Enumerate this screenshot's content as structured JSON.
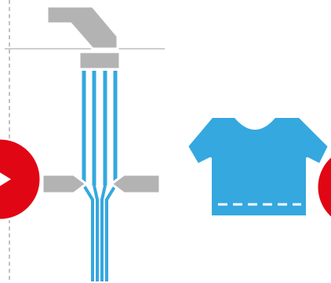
{
  "diagram": {
    "steps": [
      {
        "name": "previous-step",
        "icon": "arrow-right-icon"
      },
      {
        "name": "fiber-spinning",
        "icon": "spinneret-icon"
      },
      {
        "name": "garment",
        "icon": "tshirt-icon"
      },
      {
        "name": "next-step",
        "icon": "arrow-right-icon"
      }
    ]
  },
  "colors": {
    "fiber_blue": "#35a8df",
    "machine_gray": "#b3b3b3",
    "accent_red": "#e10614",
    "divider_gray": "#9a9a9a",
    "white": "#ffffff"
  }
}
